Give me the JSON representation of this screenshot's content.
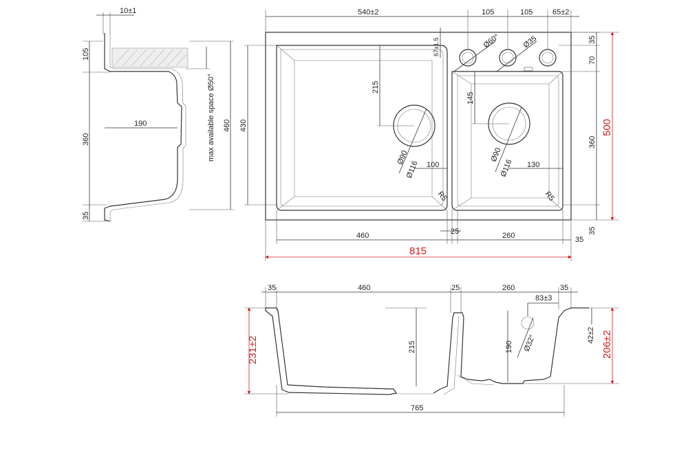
{
  "side_view": {
    "dim_top": "10±1",
    "dim_105": "105",
    "dim_360": "360",
    "dim_35": "35",
    "dim_190": "190",
    "dim_460": "460",
    "note": "max available space Ø50°"
  },
  "top_view": {
    "dim_540": "540±2",
    "dim_105a": "105",
    "dim_105b": "105",
    "dim_65": "65±2",
    "dim_35_top": "35",
    "dim_70": "70",
    "dim_360_right": "360",
    "dim_35_bottom": "35",
    "dim_500": "500",
    "dim_430": "430",
    "dim_67": "67±1.5",
    "dim_60": "Ø60°",
    "dim_35_dia": "Ø35",
    "dim_215": "215",
    "dim_145": "145",
    "drain_left_90": "Ø90",
    "drain_left_116": "Ø116",
    "drain_right_90": "Ø90",
    "drain_right_116": "Ø116",
    "dim_100": "100",
    "dim_130": "130",
    "radius_left": "R5",
    "radius_right": "R5",
    "dim_460": "460",
    "dim_25": "25",
    "dim_260": "260",
    "dim_35_right": "35",
    "dim_815": "815"
  },
  "front_view": {
    "dim_35_left": "35",
    "dim_460": "460",
    "dim_25": "25",
    "dim_260": "260",
    "dim_35_right": "35",
    "dim_83": "83±3",
    "dim_231": "231±2",
    "dim_215": "215",
    "dim_190": "190",
    "dim_32": "Ø32°",
    "dim_42": "42±2",
    "dim_206": "206±2",
    "dim_765": "765"
  }
}
